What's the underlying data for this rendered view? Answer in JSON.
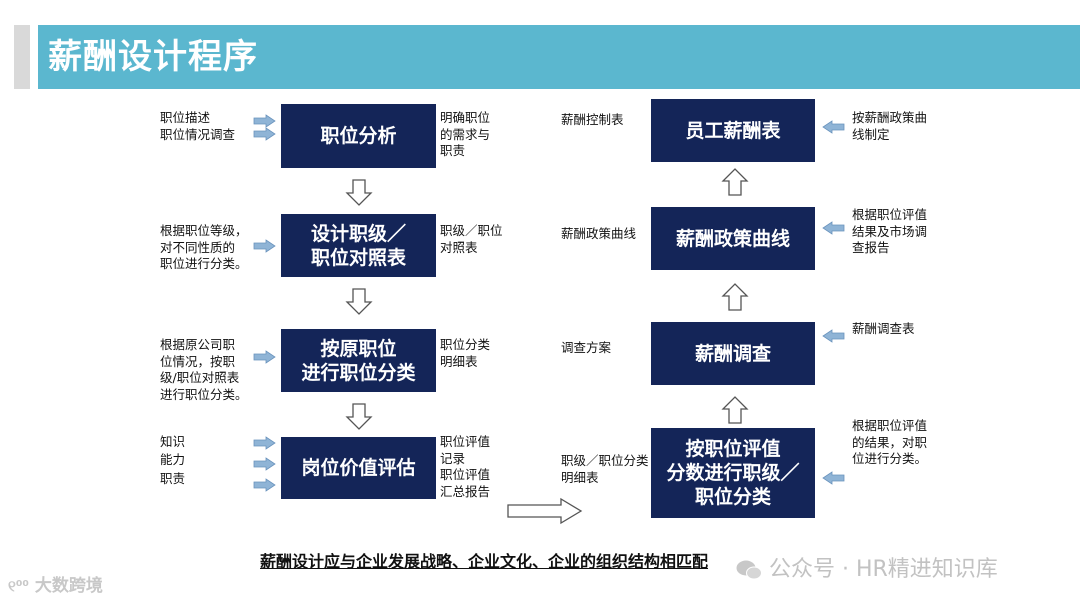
{
  "title": "薪酬设计程序",
  "left_column": [
    {
      "box": "职位分析",
      "inputs": "职位描述\n职位情况调查",
      "output": "明确职位\n的需求与\n职责"
    },
    {
      "box": "设计职级／\n职位对照表",
      "inputs": "根据职位等级，\n对不同性质的\n职位进行分类。",
      "output": "职级／职位\n对照表"
    },
    {
      "box": "按原职位\n进行职位分类",
      "inputs": "根据原公司职\n位情况，按职\n级/职位对照表\n进行职位分类。",
      "output": "职位分类\n明细表"
    },
    {
      "box": "岗位价值评估",
      "inputs": [
        "知识",
        "能力",
        "职责"
      ],
      "output": "职位评值\n记录\n职位评值\n汇总报告"
    }
  ],
  "right_column": [
    {
      "box": "员工薪酬表",
      "left_label": "薪酬控制表",
      "right_input": "按薪酬政策曲\n线制定"
    },
    {
      "box": "薪酬政策曲线",
      "left_label": "薪酬政策曲线",
      "right_input": "根据职位评值\n结果及市场调\n查报告"
    },
    {
      "box": "薪酬调查",
      "left_label": "调查方案",
      "right_input": "薪酬调查表"
    },
    {
      "box": "按职位评值\n分数进行职级／\n职位分类",
      "left_label": "职级／职位分类\n明细表",
      "right_input": "根据职位评值\n的结果，对职\n位进行分类。"
    }
  ],
  "footer": "薪酬设计应与企业发展战略、企业文化、企业的组织结构相匹配",
  "watermark_left": "大数跨境",
  "watermark_right": "公众号 · HR精进知识库",
  "colors": {
    "title_bar": "#5bb7cf",
    "box": "#142558",
    "arrow_fill": "#8fb4d6",
    "hollow_arrow": "#ffffff"
  }
}
